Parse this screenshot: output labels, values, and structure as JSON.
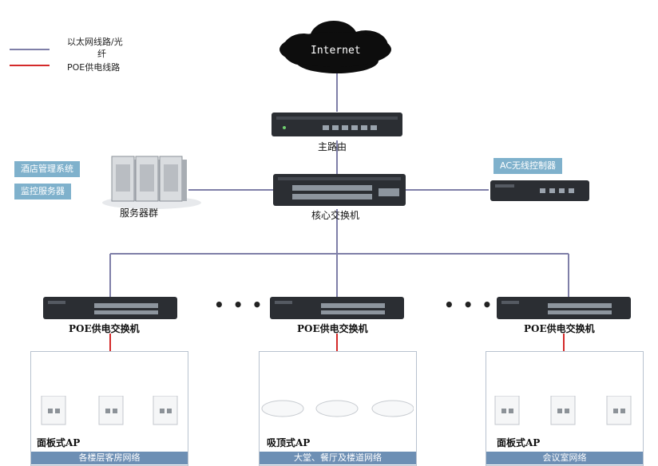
{
  "legend": {
    "ethernet_label_line1": "以太网线路/光",
    "ethernet_label_line2": "纤",
    "poe_label": "POE供电线路",
    "ethernet_color": "#7f7fa8",
    "poe_color": "#d42a2a"
  },
  "nodes": {
    "internet": "Internet",
    "main_router": "主路由",
    "core_switch": "核心交换机",
    "server_group": "服务器群",
    "hotel_system": "酒店管理系统",
    "monitor_server": "监控服务器",
    "ac_controller": "AC无线控制器",
    "poe_switch_label": "POE供电交换机"
  },
  "zones": [
    {
      "ap_type": "面板式AP",
      "name": "各楼层客房网络"
    },
    {
      "ap_type": "吸顶式AP",
      "name": "大堂、餐厅及楼道网络"
    },
    {
      "ap_type": "面板式AP",
      "name": "会议室网络"
    }
  ],
  "ellipsis": "• • •"
}
